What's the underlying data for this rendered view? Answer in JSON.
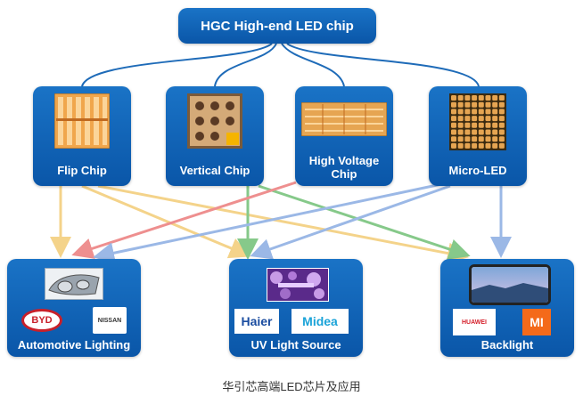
{
  "root": {
    "label": "HGC High-end LED chip"
  },
  "chips": [
    {
      "label": "Flip Chip"
    },
    {
      "label": "Vertical Chip"
    },
    {
      "label": "High Voltage Chip"
    },
    {
      "label": "Micro-LED"
    }
  ],
  "applications": [
    {
      "label": "Automotive Lighting",
      "logos": [
        "BYD",
        "NISSAN"
      ]
    },
    {
      "label": "UV Light Source",
      "logos": [
        "Haier",
        "Midea"
      ]
    },
    {
      "label": "Backlight",
      "logos": [
        "HUAWEI",
        "MI"
      ]
    }
  ],
  "caption": "华引芯高端LED芯片及应用",
  "colors": {
    "box_blue": "#0d5fb0",
    "arrow_flip": "#f4d38a",
    "arrow_vertical": "#86c98a",
    "arrow_hv": "#ee8f8f",
    "arrow_micro": "#9bb8e6",
    "tree_line": "#1e6bb8",
    "chip_gold": "#e6a552"
  }
}
